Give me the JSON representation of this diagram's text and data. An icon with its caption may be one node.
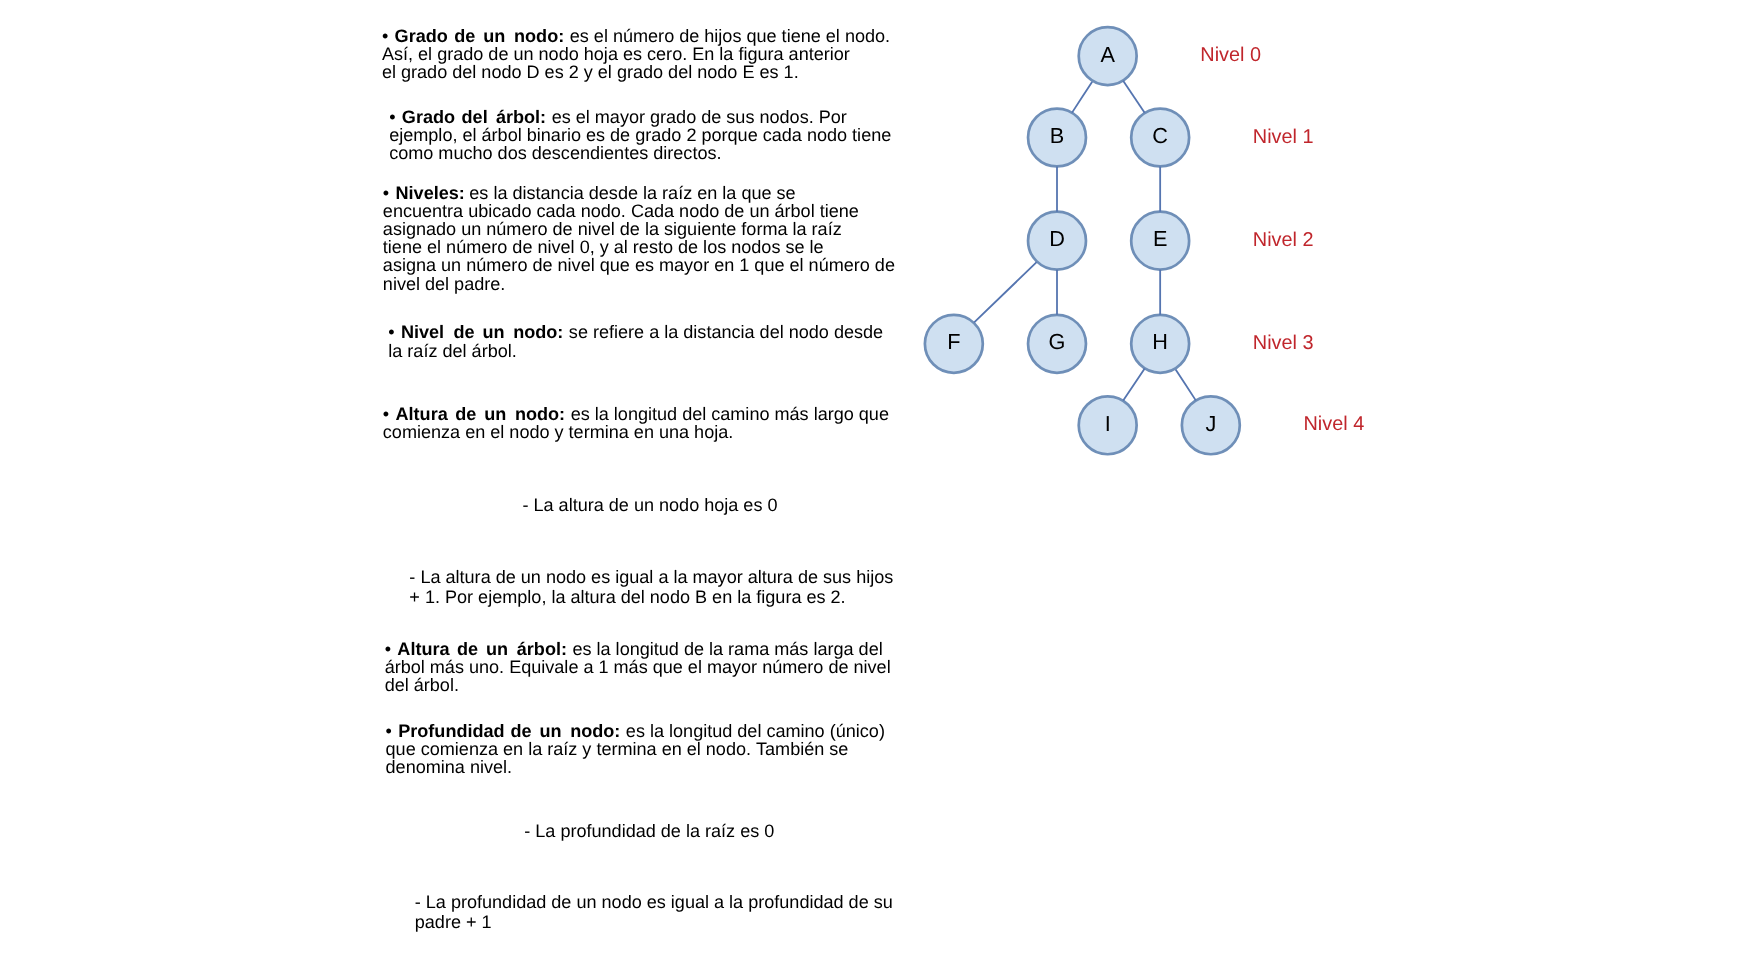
{
  "diagram": {
    "nodes": [
      {
        "text": [
          "A"
        ]
      },
      {
        "text": [
          "B"
        ]
      },
      {
        "text": [
          "C"
        ]
      },
      {
        "text": [
          "D"
        ]
      },
      {
        "text": [
          "E"
        ]
      },
      {
        "text": [
          "F"
        ]
      },
      {
        "text": [
          "G"
        ]
      },
      {
        "text": [
          "H"
        ]
      },
      {
        "text": [
          "I"
        ]
      },
      {
        "text": [
          "J"
        ]
      }
    ],
    "edges": [
      {
        "from": 0,
        "to": 1,
        "arrow": "none"
      },
      {
        "from": 0,
        "to": 2,
        "arrow": "none"
      },
      {
        "from": 1,
        "to": 3,
        "arrow": "none"
      },
      {
        "from": 2,
        "to": 4,
        "arrow": "none"
      },
      {
        "from": 3,
        "to": 5,
        "arrow": "none"
      },
      {
        "from": 3,
        "to": 6,
        "arrow": "none"
      },
      {
        "from": 4,
        "to": 7,
        "arrow": "none"
      },
      {
        "from": 7,
        "to": 8,
        "arrow": "none"
      },
      {
        "from": 7,
        "to": 9,
        "arrow": "none"
      }
    ],
    "labels": [
      "• **Grado de un nodo:** es el número de hijos que tiene el nodo. Así, el grado de un nodo hoja es cero. En la figura anterior el grado del nodo D es 2 y el grado del nodo E es 1.",
      "• **Grado del árbol:** es el mayor grado de sus nodos. Por ejemplo, el árbol binario es de grado 2 porque cada nodo tiene como mucho dos descendientes directos.",
      "• **Niveles:** es la distancia desde la raíz en la que se encuentra ubicado cada nodo. Cada nodo de un árbol tiene asignado un número de nivel de la siguiente forma la raíz tiene el número de nivel 0, y al resto de los nodos se le asigna un número de nivel que es mayor en 1 que el número de nivel del padre.",
      "• **Nivel de un nodo:** se refiere a la distancia del nodo desde la raíz del árbol.",
      "• **Altura de un nodo:** es la longitud del camino más largo que comienza en el nodo y termina en una hoja.",
      "- La altura de un nodo hoja es 0",
      "- La altura de un nodo es igual a la mayor altura de sus hijos + 1. Por ejemplo, la altura del nodo B en la figura es 2.",
      "• **Altura de un árbol:** es la longitud de la rama más larga del árbol más uno. Equivale a 1 más que el mayor número de nivel del árbol.",
      "• **Profundidad de un nodo:** es la longitud del camino (único) que comienza en la raíz y termina en el nodo. También se denomina nivel.",
      "- La profundidad de la raíz es 0",
      "- La profundidad de un nodo es igual a la profundidad de su padre + 1",
      "Nivel 0",
      "Nivel 1",
      "Nivel 2",
      "Nivel 3",
      "Nivel 4"
    ]
  }
}
